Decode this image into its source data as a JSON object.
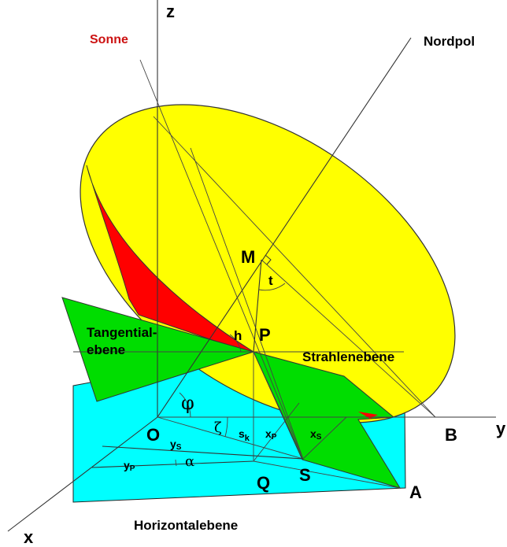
{
  "colors": {
    "ellipse_fill": "#ffff00",
    "shadow_fill": "#ff0000",
    "tangent_plane_fill": "#00dd00",
    "horizontal_plane_fill": "#00ffff",
    "sun_label_color": "#cc1111",
    "line_color": "#333333"
  },
  "labels": {
    "axis_z": "z",
    "axis_x": "x",
    "axis_y": "y",
    "sun": "Sonne",
    "north_pole": "Nordpol",
    "point_M": "M",
    "angle_t": "t",
    "point_P": "P",
    "angle_h": "h",
    "tangent_plane_line1": "Tangential-",
    "tangent_plane_line2": "ebene",
    "ray_plane": "Strahlenebene",
    "angle_phi": "φ",
    "angle_zeta": "ζ",
    "point_O": "O",
    "s_k_main": "s",
    "s_k_sub": "k",
    "x_p_main": "x",
    "x_p_sub": "P",
    "x_s_main": "x",
    "x_s_sub": "S",
    "y_s_main": "y",
    "y_s_sub": "S",
    "y_p_main": "y",
    "y_p_sub": "P",
    "angle_alpha": "α",
    "point_B": "B",
    "point_Q": "Q",
    "point_S": "S",
    "point_A": "A",
    "horizontal_plane": "Horizontalebene"
  }
}
